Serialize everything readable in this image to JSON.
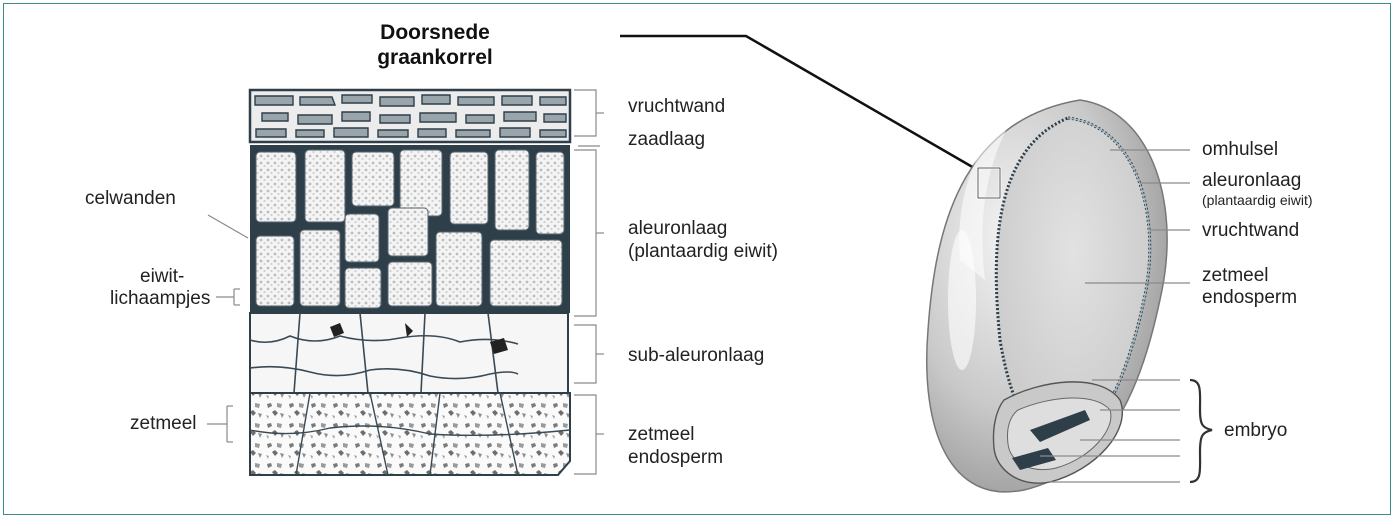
{
  "title": {
    "line1": "Doorsnede",
    "line2": "graankorrel"
  },
  "cross_section": {
    "left_labels": {
      "celwanden": "celwanden",
      "eiwit_1": "eiwit-",
      "eiwit_2": "lichaampjes",
      "zetmeel": "zetmeel"
    },
    "right_labels": {
      "vruchtwand": "vruchtwand",
      "zaadlaag": "zaadlaag",
      "aleuronlaag": "aleuronlaag",
      "aleuron_sub": "(plantaardig  eiwit)",
      "sub_aleuronlaag": "sub-aleuronlaag",
      "zetmeel": "zetmeel",
      "endosperm": "endosperm"
    }
  },
  "grain": {
    "labels": {
      "omhulsel": "omhulsel",
      "aleuronlaag": "aleuronlaag",
      "aleuron_sub": "(plantaardig  eiwit)",
      "vruchtwand": "vruchtwand",
      "zetmeel": "zetmeel",
      "endosperm": "endosperm",
      "embryo": "embryo"
    }
  },
  "colors": {
    "frame": "#3a8f8a",
    "cell_wall": "#2e3f4a",
    "leader": "#999999"
  }
}
